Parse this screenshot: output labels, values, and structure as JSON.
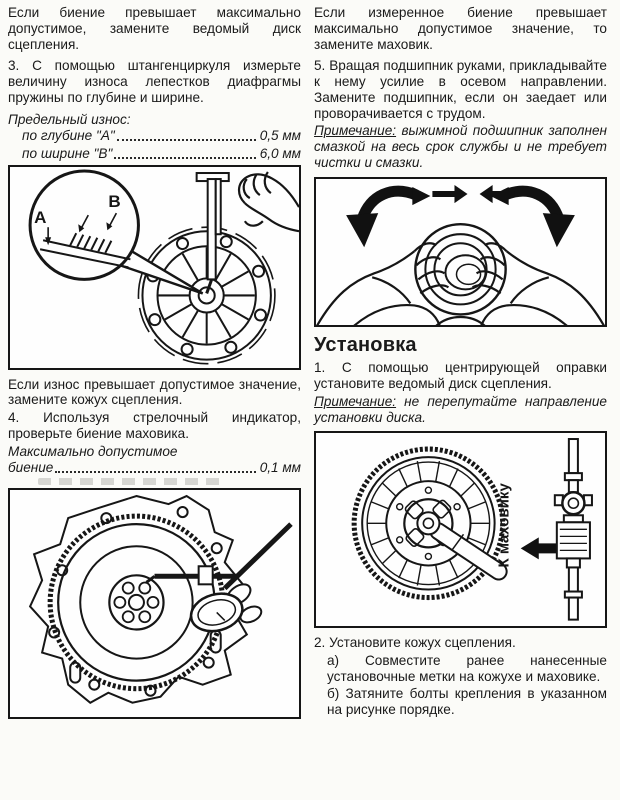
{
  "doc": {
    "left": {
      "para1": "Если биение превышает максимально допустимое, замените ведомый диск сцепления.",
      "para2": "3. С помощью штангенциркуля измерьте величину износа лепестков диафрагмы пружины по глубине и ширине.",
      "limits_title": "Предельный износ:",
      "limit_rows": [
        {
          "label": "по глубине \"А\"",
          "value": "0,5 мм"
        },
        {
          "label": "по ширине \"В\"",
          "value": "6,0 мм"
        }
      ],
      "para3": "Если износ превышает допустимое значение, замените кожух сцепления.",
      "para4": "4. Используя стрелочный индикатор, проверьте биение маховика.",
      "limit2_title": "Максимально допустимое",
      "limit2_row": {
        "label": "биение",
        "value": "0,1 мм"
      }
    },
    "right": {
      "para1": "Если измеренное биение превышает максимально допустимое значение, то замените маховик.",
      "para2": "5. Вращая подшипник руками, прикладывайте к нему усилие в осевом направлении. Замените подшипник, если он заедает или проворачивается с трудом.",
      "note1_label": "Примечание:",
      "note1_text": " выжимной подшипник заполнен смазкой на весь срок службы и не требует чистки и смазки.",
      "heading": "Установка",
      "para3": "1. С помощью центрирующей оправки установите ведомый диск сцепления.",
      "note2_label": "Примечание:",
      "note2_text": " не перепутайте направление установки диска.",
      "para4": "2. Установите кожух сцепления.",
      "para5a": "а) Совместите ранее нанесенные установочные метки на кожухе и маховике.",
      "para5b": "б) Затяните болты крепления в указанном на рисунке порядке."
    },
    "figures": {
      "fig1": {
        "label_a": "A",
        "label_b": "B"
      },
      "fig4": {
        "shaft_label": "К маховику"
      }
    },
    "colors": {
      "ink": "#1a1a1a",
      "paper": "#fbfbf8"
    }
  }
}
